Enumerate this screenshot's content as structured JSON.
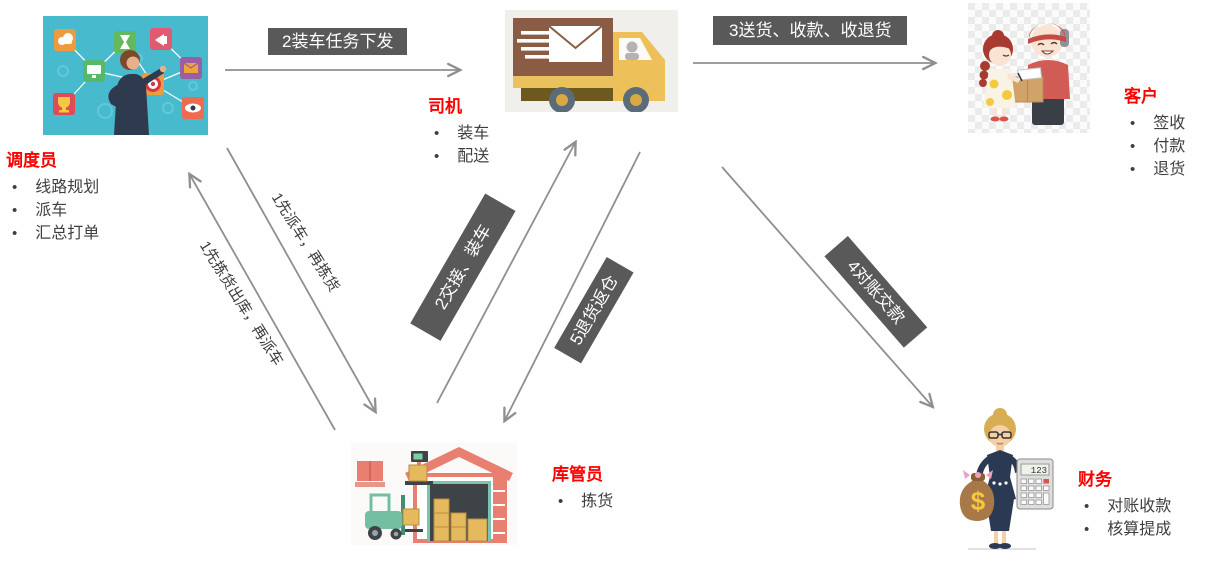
{
  "diagram": {
    "actor_title_color": "#ff0000",
    "task_text_color": "#3f3f3f",
    "arrow_color": "#8f8f8f",
    "label_box_bg": "#595959",
    "label_box_text_color": "#ffffff"
  },
  "actors": {
    "dispatcher": {
      "title": "调度员",
      "tasks": [
        "线路规划",
        "派车",
        "汇总打单"
      ]
    },
    "driver": {
      "title": "司机",
      "tasks": [
        "装车",
        "配送"
      ]
    },
    "customer": {
      "title": "客户",
      "tasks": [
        "签收",
        "付款",
        "退货"
      ]
    },
    "warehouse_keeper": {
      "title": "库管员",
      "tasks": [
        "拣货"
      ]
    },
    "finance": {
      "title": "财务",
      "tasks": [
        "对账收款",
        "核算提成"
      ]
    }
  },
  "flow_labels": {
    "loading_task_dispatch": "2装车任务下发",
    "delivery_collect_returns": "3送货、收款、收退货",
    "dispatch_then_pick": "1先派车，再拣货",
    "pick_then_dispatch": "1先拣货出库，再派车",
    "handover_loading": "2交接、装车",
    "return_to_warehouse": "5退货返仓",
    "reconcile_payment": "4对账交款"
  },
  "illustrations": {
    "finance_calculator_display": "123"
  }
}
